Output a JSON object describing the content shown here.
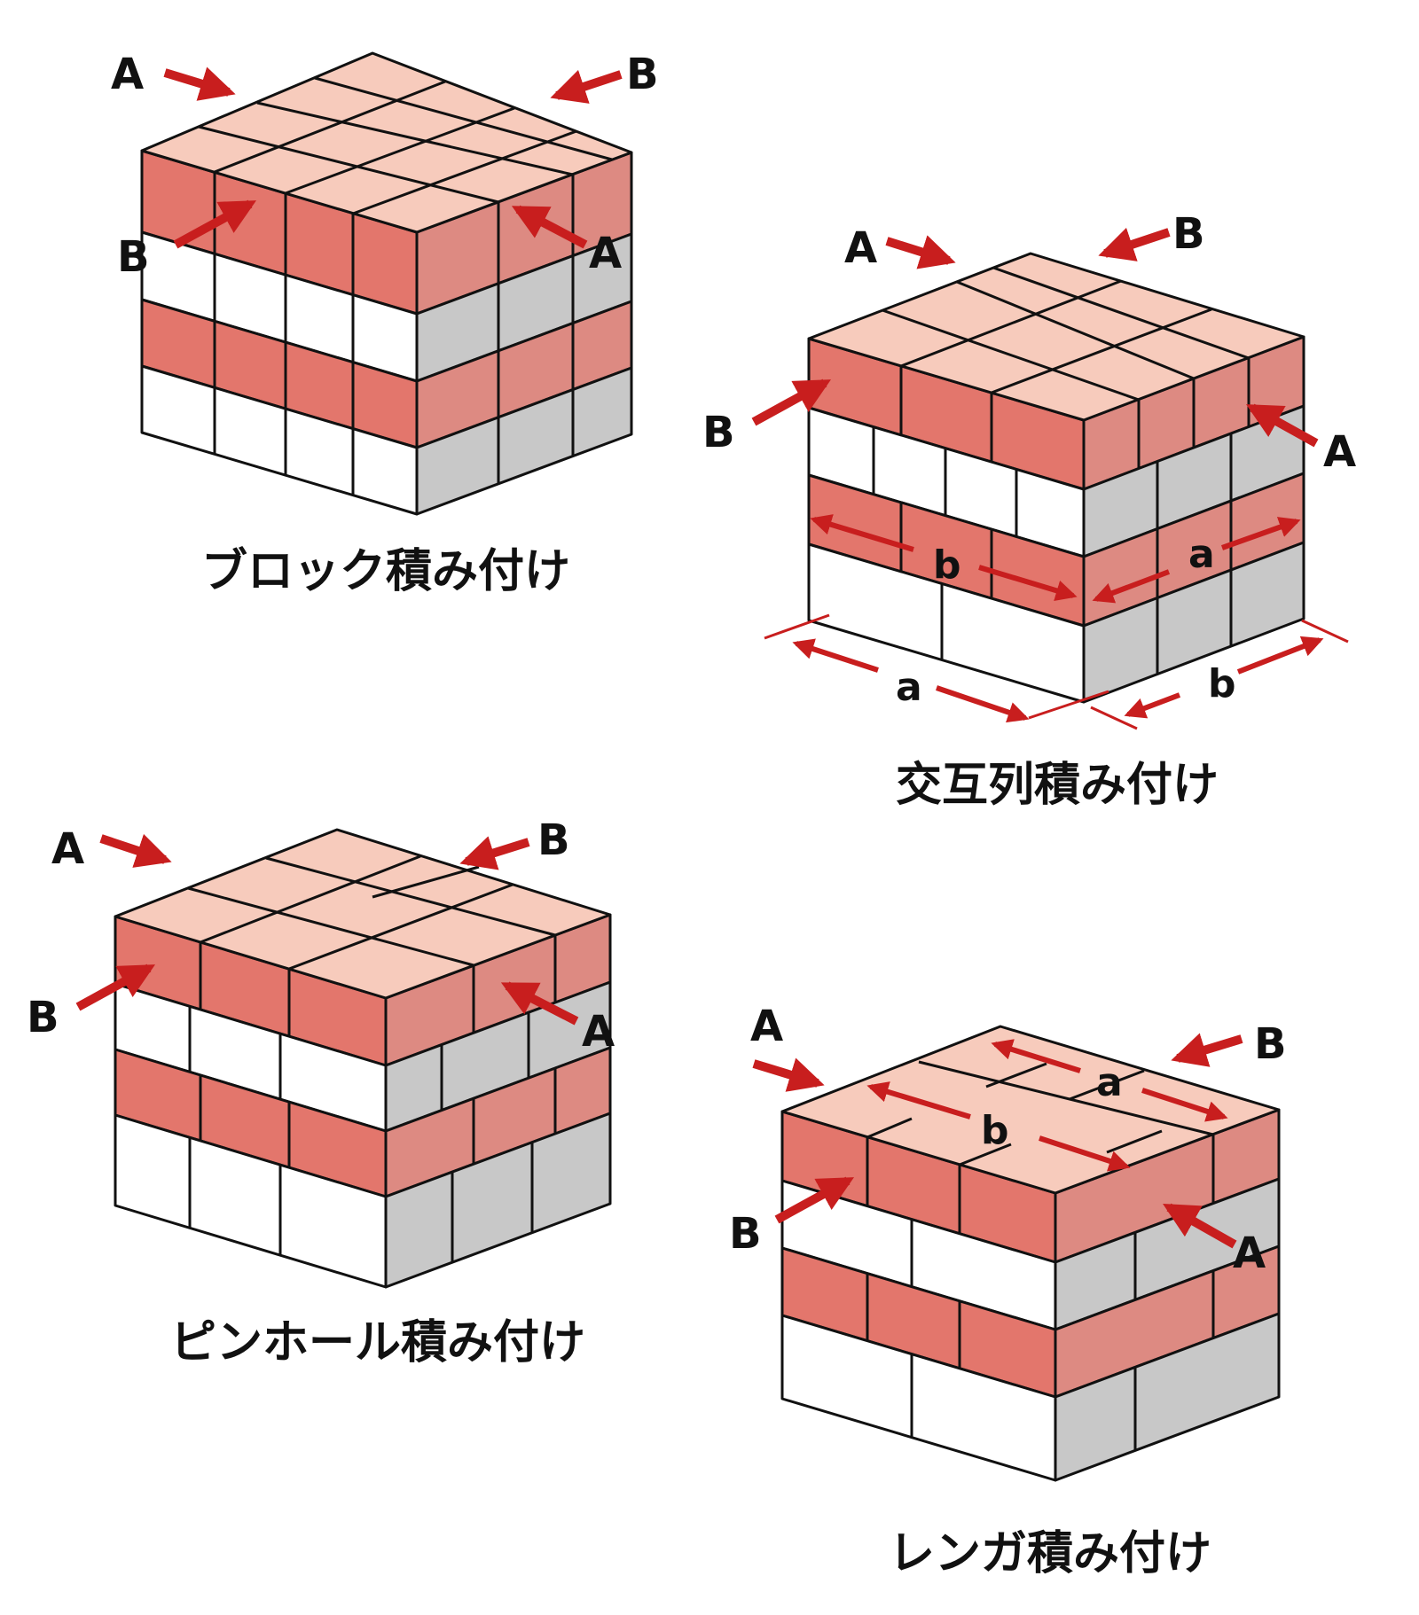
{
  "colors": {
    "brick_front": "#e3766c",
    "brick_side": "#dd8a82",
    "brick_top": "#f7cbbc",
    "white_block": "#ffffff",
    "gray_block": "#c8c8c8",
    "outline": "#111111",
    "arrow": "#c81e1e"
  },
  "diagrams": [
    {
      "caption": "ブロック積み付け",
      "labels": {
        "top_left": "A",
        "top_right": "B",
        "front_left": "B",
        "front_right": "A"
      }
    },
    {
      "caption": "交互列積み付け",
      "labels": {
        "top_left": "A",
        "top_right": "B",
        "front_left": "B",
        "front_right": "A",
        "dim_front_band": "b",
        "dim_side_band": "a",
        "dim_base_front": "a",
        "dim_base_side": "b"
      }
    },
    {
      "caption": "ピンホール積み付け",
      "labels": {
        "top_left": "A",
        "top_right": "B",
        "front_left": "B",
        "front_right": "A"
      }
    },
    {
      "caption": "レンガ積み付け",
      "labels": {
        "top_left": "A",
        "top_right": "B",
        "front_left": "B",
        "front_right": "A",
        "dim_top_a": "a",
        "dim_top_b": "b"
      }
    }
  ]
}
